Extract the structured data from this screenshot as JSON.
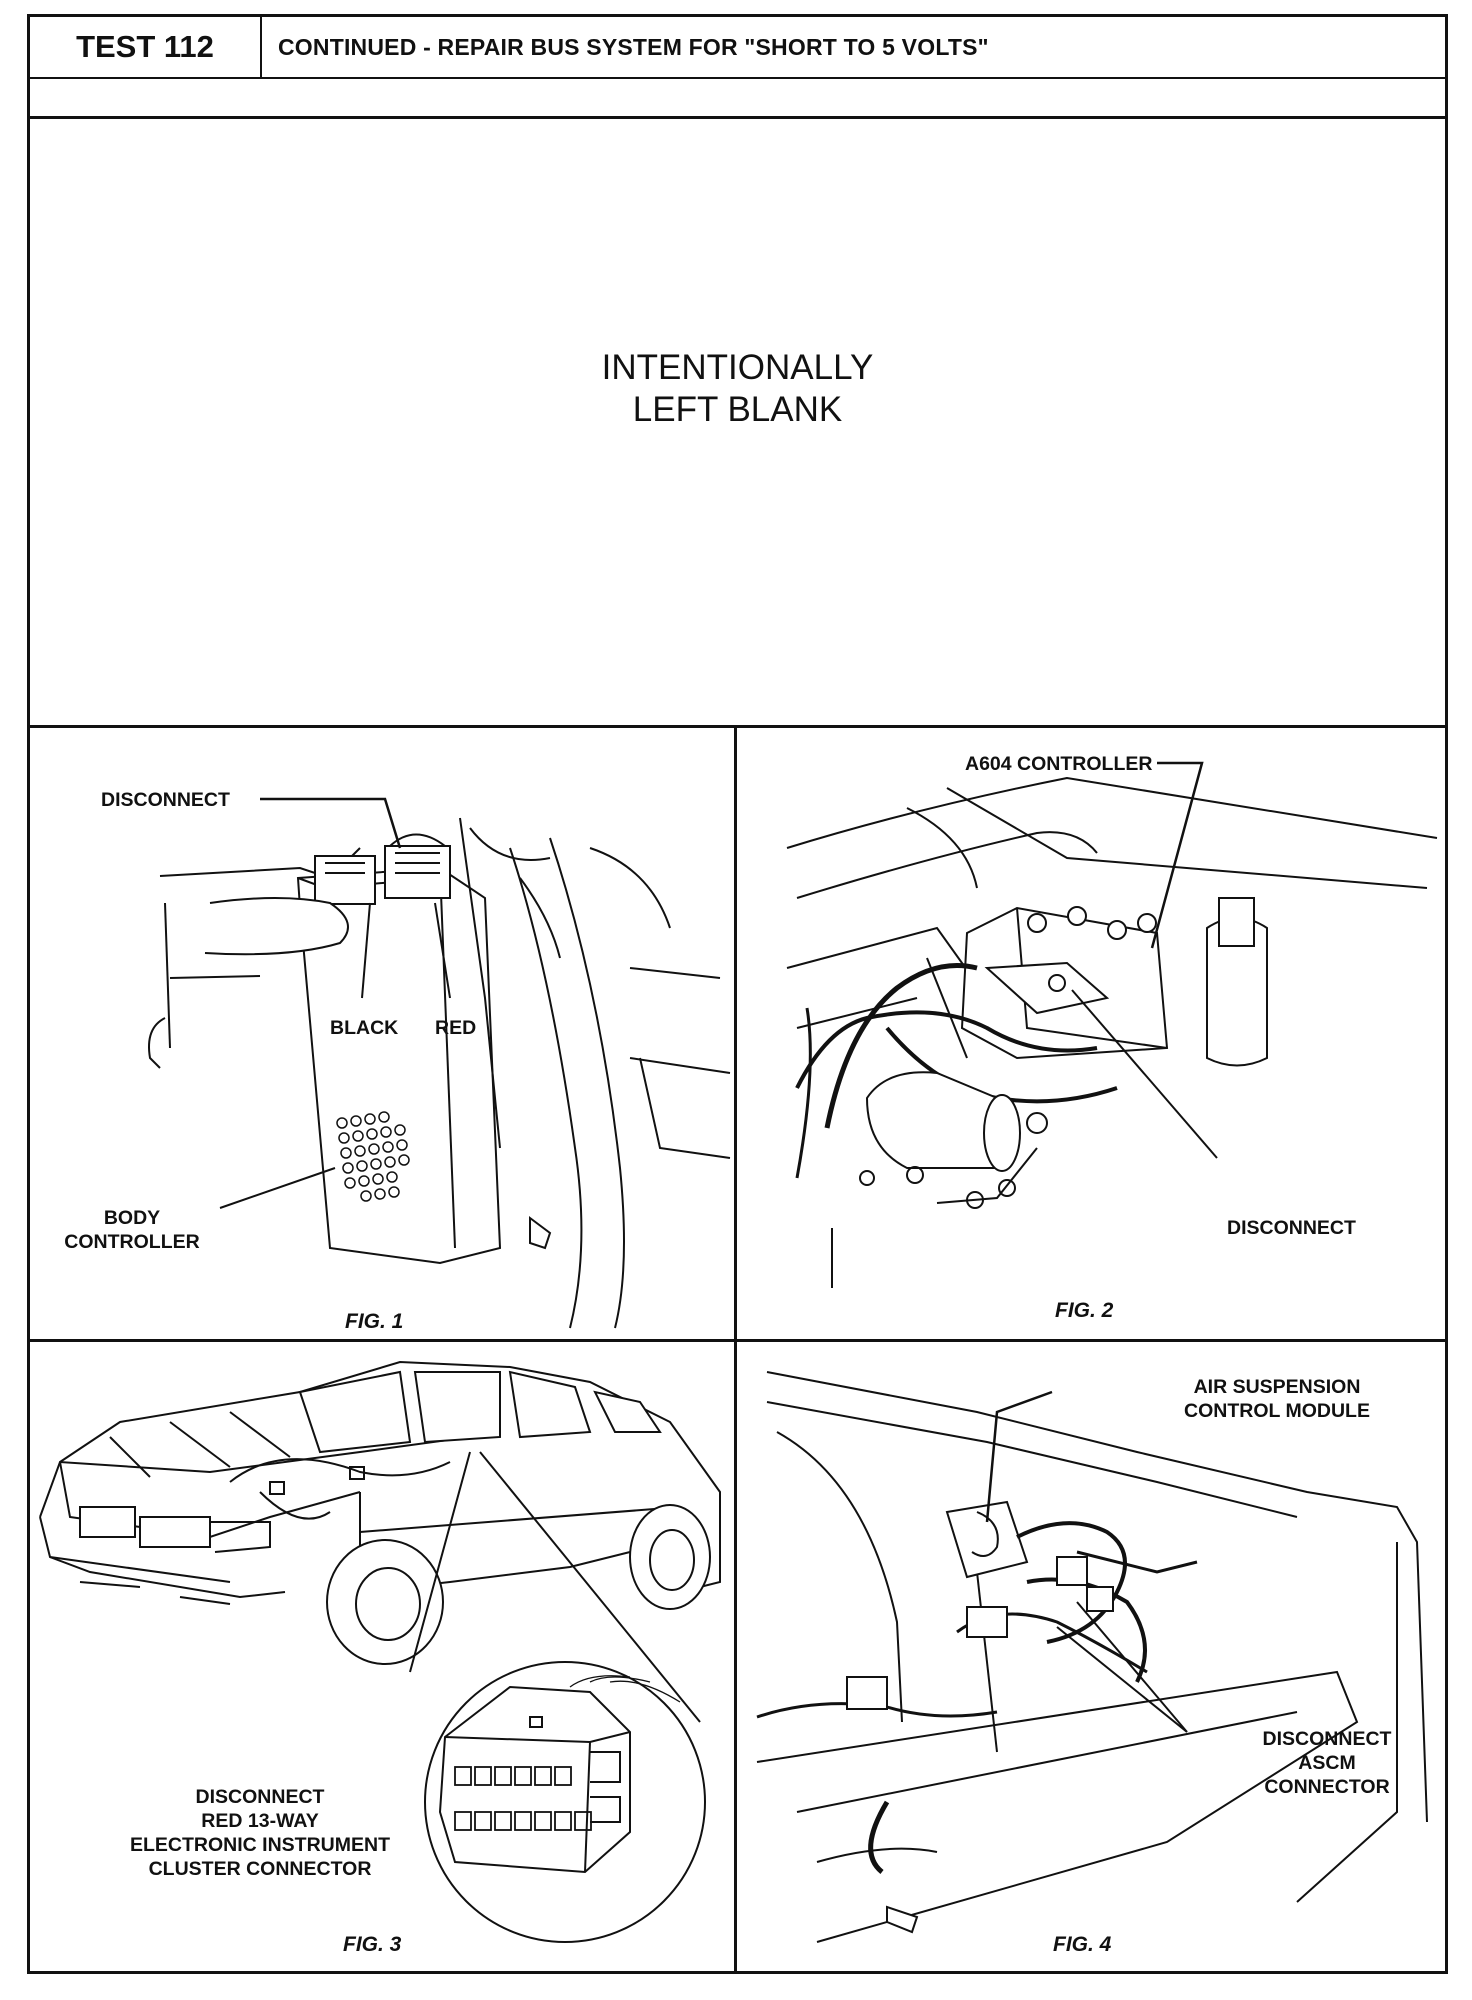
{
  "header": {
    "test_number": "TEST 112",
    "title": "CONTINUED - REPAIR BUS SYSTEM FOR \"SHORT TO 5 VOLTS\""
  },
  "blank_notice": {
    "line1": "INTENTIONALLY",
    "line2": "LEFT BLANK"
  },
  "fig1": {
    "caption": "FIG. 1",
    "disconnect": "DISCONNECT",
    "black": "BLACK",
    "red": "RED",
    "body_controller_line1": "BODY",
    "body_controller_line2": "CONTROLLER"
  },
  "fig2": {
    "caption": "FIG. 2",
    "controller": "A604 CONTROLLER",
    "disconnect": "DISCONNECT"
  },
  "fig3": {
    "caption": "FIG. 3",
    "line1": "DISCONNECT",
    "line2": "RED 13-WAY",
    "line3": "ELECTRONIC INSTRUMENT",
    "line4": "CLUSTER CONNECTOR"
  },
  "fig4": {
    "caption": "FIG. 4",
    "module_line1": "AIR SUSPENSION",
    "module_line2": "CONTROL MODULE",
    "disconnect_line1": "DISCONNECT",
    "disconnect_line2": "ASCM",
    "disconnect_line3": "CONNECTOR"
  }
}
